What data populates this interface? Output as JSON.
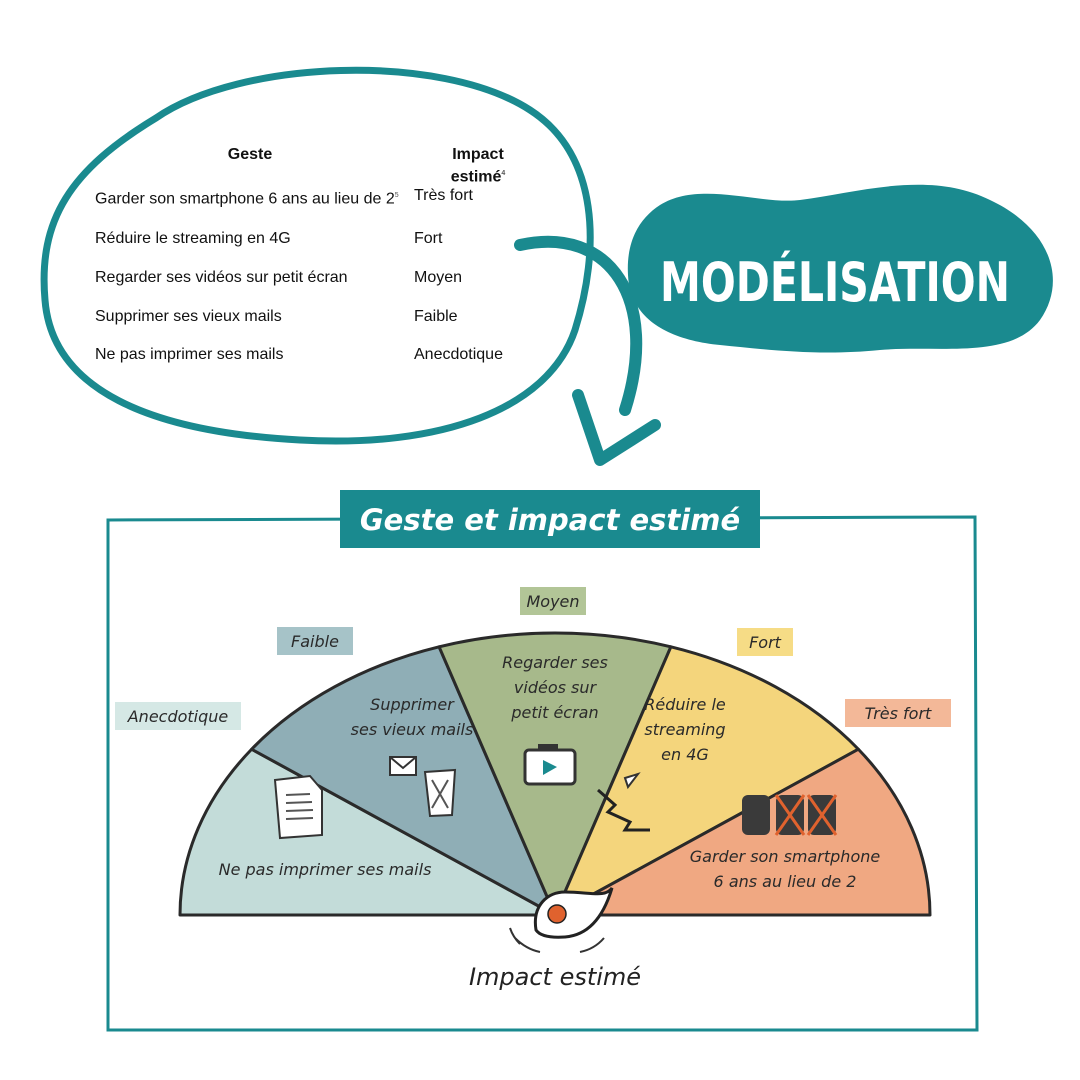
{
  "table": {
    "header": {
      "geste": "Geste",
      "impact": "Impact estimé",
      "impact_note": "4"
    },
    "rows": [
      {
        "geste": "Garder son smartphone 6 ans au lieu de 2",
        "note": "5",
        "impact": "Très fort"
      },
      {
        "geste": "Réduire le streaming en 4G",
        "note": "",
        "impact": "Fort"
      },
      {
        "geste": "Regarder ses vidéos sur petit écran",
        "note": "",
        "impact": "Moyen"
      },
      {
        "geste": "Supprimer ses vieux mails",
        "note": "",
        "impact": "Faible"
      },
      {
        "geste": "Ne pas imprimer ses mails",
        "note": "",
        "impact": "Anecdotique"
      }
    ]
  },
  "badge": {
    "label": "MODÉLISATION"
  },
  "panel": {
    "title": "Geste et impact estimé",
    "gauge_label": "Impact estimé",
    "segments": [
      {
        "level": "Anecdotique",
        "text_lines": [
          "Ne pas imprimer ses mails"
        ],
        "color": "#c3dcd9",
        "label_bg": "#d5e8e5",
        "icon": "paper-document-icon"
      },
      {
        "level": "Faible",
        "text_lines": [
          "Supprimer",
          "ses vieux mails"
        ],
        "color": "#8faeb6",
        "label_bg": "#a6c3c8",
        "icon": "mail-trash-icon"
      },
      {
        "level": "Moyen",
        "text_lines": [
          "Regarder ses",
          "vidéos sur",
          "petit écran"
        ],
        "color": "#a7b98b",
        "label_bg": "#b2c597",
        "icon": "small-screen-video-icon"
      },
      {
        "level": "Fort",
        "text_lines": [
          "Réduire le",
          "streaming",
          "en 4G"
        ],
        "color": "#f4d57c",
        "label_bg": "#f6dc86",
        "icon": "streaming-signal-icon"
      },
      {
        "level": "Très fort",
        "text_lines": [
          "Garder son smartphone",
          "6 ans au lieu de 2"
        ],
        "color": "#f0a882",
        "label_bg": "#f3b898",
        "icon": "smartphones-icon"
      }
    ]
  },
  "colors": {
    "teal": "#1a8a8f",
    "outline": "#2a2a2a",
    "needle_dot": "#e0622e"
  }
}
